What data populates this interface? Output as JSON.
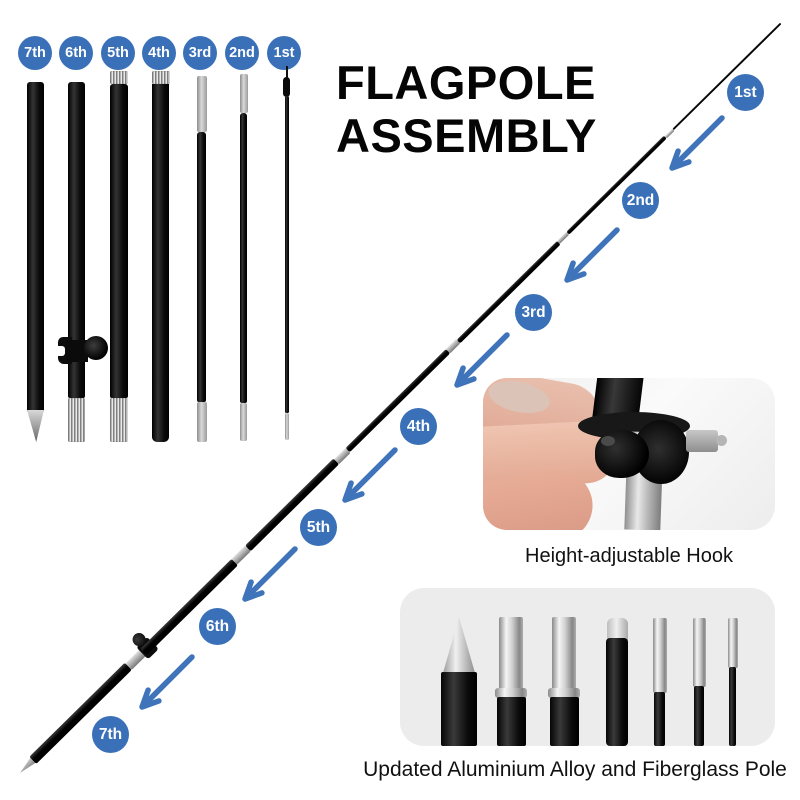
{
  "title": {
    "line1": "FLAGPOLE",
    "line2": "ASSEMBLY"
  },
  "parts_lineup": {
    "labels": [
      "7th",
      "6th",
      "5th",
      "4th",
      "3rd",
      "2nd",
      "1st"
    ]
  },
  "assembly_sequence": {
    "labels": [
      "1st",
      "2nd",
      "3rd",
      "4th",
      "5th",
      "6th",
      "7th"
    ]
  },
  "insets": {
    "hook": {
      "caption": "Height-adjustable Hook"
    },
    "pole_material": {
      "caption": "Updated Aluminium Alloy and Fiberglass Pole"
    }
  },
  "icons": {
    "arrow": "assembly-direction-arrow",
    "badge": "step-number-badge"
  },
  "colors": {
    "badge_blue": "#3a70b8",
    "arrow_blue": "#3f74bb",
    "inset_background": "#ececec",
    "text": "#0a0a0a"
  }
}
